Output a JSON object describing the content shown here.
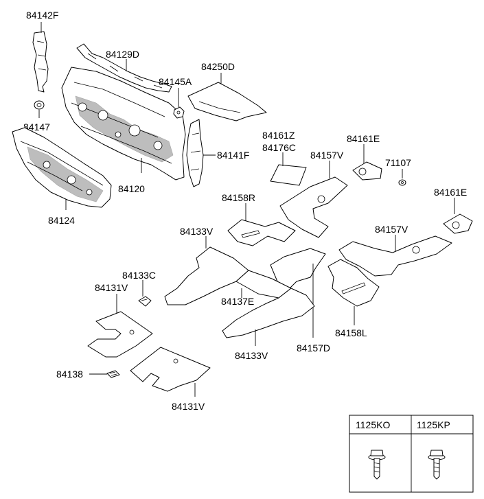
{
  "part_labels": {
    "p84142F": "84142F",
    "p84129D": "84129D",
    "p84250D": "84250D",
    "p84145A": "84145A",
    "p84147": "84147",
    "p84141F": "84141F",
    "p84120": "84120",
    "p84124": "84124",
    "p84161Z": "84161Z",
    "p84176C": "84176C",
    "p84161E_top": "84161E",
    "p84157V_top": "84157V",
    "p71107": "71107",
    "p84161E_right": "84161E",
    "p84158R": "84158R",
    "p84133V_top": "84133V",
    "p84157V_right": "84157V",
    "p84133C": "84133C",
    "p84131V_left": "84131V",
    "p84137E": "84137E",
    "p84158L": "84158L",
    "p84157D": "84157D",
    "p84133V_bottom": "84133V",
    "p84138": "84138",
    "p84131V_bottom": "84131V"
  },
  "fastener_table": {
    "col1": "1125KO",
    "col2": "1125KP"
  }
}
